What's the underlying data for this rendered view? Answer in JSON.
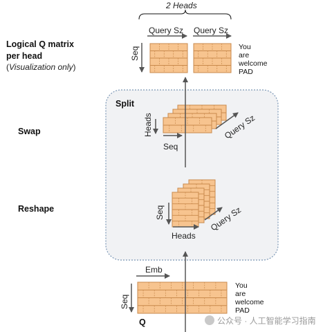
{
  "labels": {
    "two_heads": "2 Heads",
    "query_sz_1": "Query Sz",
    "query_sz_2": "Query Sz",
    "seq_top": "Seq",
    "logical_q_line1": "Logical Q matrix",
    "logical_q_line2": "per head",
    "visualization_only": "Visualization only",
    "paren_open": "(",
    "paren_close": ")",
    "split": "Split",
    "swap": "Swap",
    "heads_swap": "Heads",
    "seq_swap": "Seq",
    "query_sz_swap": "Query Sz",
    "reshape": "Reshape",
    "seq_reshape": "Seq",
    "heads_reshape": "Heads",
    "query_sz_reshape": "Query Sz",
    "emb": "Emb",
    "seq_bottom": "Seq",
    "q": "Q",
    "watermark": "公众号 · 人工智能学习指南"
  },
  "sentence_top": [
    "You",
    "are",
    "welcome",
    "PAD"
  ],
  "sentence_bottom": [
    "You",
    "are",
    "welcome",
    "PAD"
  ],
  "colors": {
    "cell_fill": "#f7c48f",
    "cell_border": "#c98a4d",
    "panel_fill": "#f1f2f4",
    "panel_border": "#7a96b5",
    "arrow": "#555555"
  }
}
